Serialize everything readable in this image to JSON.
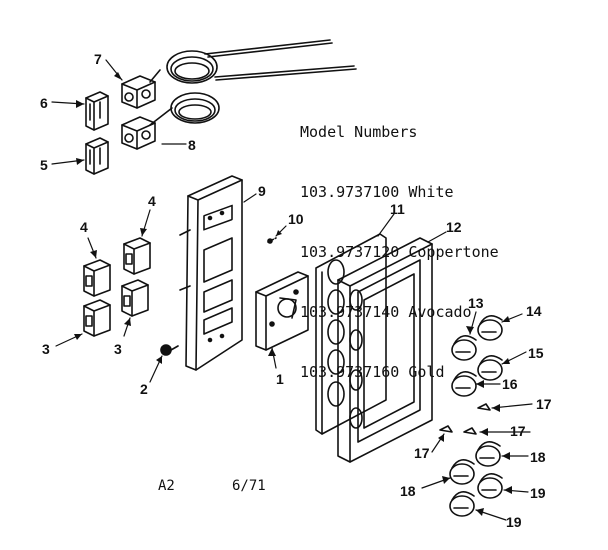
{
  "model_numbers": {
    "title": "Model Numbers",
    "rows": [
      {
        "number": "103.9737100",
        "color": "White"
      },
      {
        "number": "103.9737120",
        "color": "Coppertone"
      },
      {
        "number": "103.9737140",
        "color": "Avocado"
      },
      {
        "number": "103.9737160",
        "color": "Gold"
      }
    ]
  },
  "footer": {
    "left": "A2",
    "right": "6/71"
  },
  "callouts": [
    {
      "label": "1",
      "part": "switch-plate"
    },
    {
      "label": "2",
      "part": "screw"
    },
    {
      "label": "3",
      "part": "lower-switch-left"
    },
    {
      "label": "3",
      "part": "lower-switch-right"
    },
    {
      "label": "4",
      "part": "upper-switch-left"
    },
    {
      "label": "4",
      "part": "upper-switch-right"
    },
    {
      "label": "5",
      "part": "lower-thermostat-switch"
    },
    {
      "label": "6",
      "part": "upper-thermostat-switch"
    },
    {
      "label": "7",
      "part": "upper-thermostat"
    },
    {
      "label": "8",
      "part": "lower-thermostat"
    },
    {
      "label": "9",
      "part": "mounting-bracket"
    },
    {
      "label": "10",
      "part": "screw-small"
    },
    {
      "label": "11",
      "part": "insulator-panel"
    },
    {
      "label": "12",
      "part": "control-panel"
    },
    {
      "label": "13",
      "part": "knob-upper-left"
    },
    {
      "label": "14",
      "part": "knob-upper-right"
    },
    {
      "label": "15",
      "part": "knob-middle-right"
    },
    {
      "label": "16",
      "part": "knob-middle-left"
    },
    {
      "label": "17",
      "part": "insert-right"
    },
    {
      "label": "17",
      "part": "insert-center"
    },
    {
      "label": "17",
      "part": "insert-left"
    },
    {
      "label": "18",
      "part": "knob-lower-right"
    },
    {
      "label": "18",
      "part": "knob-lower-left"
    },
    {
      "label": "19",
      "part": "knob-bottom-right"
    },
    {
      "label": "19",
      "part": "knob-bottom-left"
    }
  ]
}
